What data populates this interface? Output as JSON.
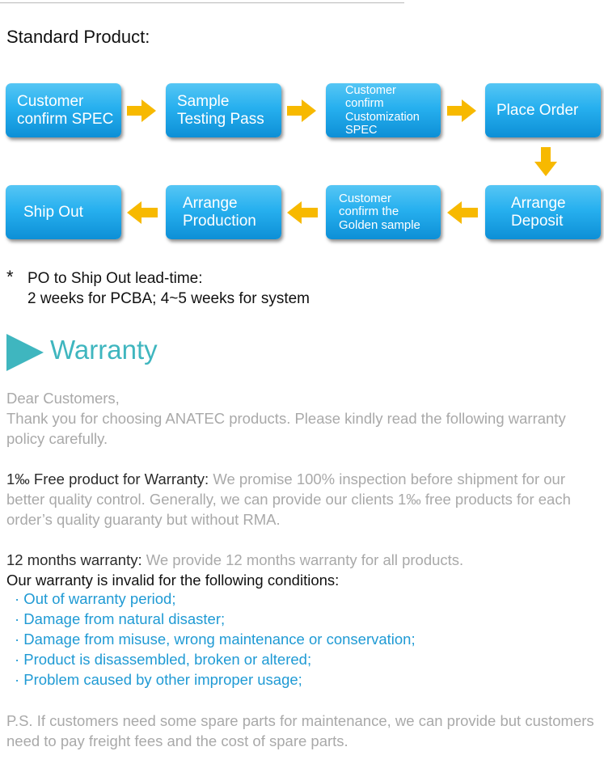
{
  "heading": "Standard Product:",
  "flow": [
    {
      "label": "Customer\nconfirm SPEC"
    },
    {
      "label": "Sample\nTesting Pass"
    },
    {
      "label": "Customer\nconfirm\nCustomization\nSPEC"
    },
    {
      "label": "Place Order"
    },
    {
      "label": "Arrange\nDeposit"
    },
    {
      "label": "Customer\nconfirm the\nGolden sample"
    },
    {
      "label": "Arrange\nProduction"
    },
    {
      "label": "Ship Out"
    }
  ],
  "colors": {
    "box": "#27b0ef",
    "arrow": "#f7b900",
    "accent": "#3fb6bf",
    "list": "#1f9ad4",
    "muted": "#a9a9a9"
  },
  "note": {
    "star": "*",
    "line1": "PO to Ship Out lead-time:",
    "line2": "2 weeks for PCBA; 4~5 weeks for system"
  },
  "warranty": {
    "title": "Warranty",
    "greeting": "Dear Customers,",
    "intro": "Thank you for choosing ANATEC products. Please kindly read the following warranty policy carefully.",
    "free_label": "1‰ Free product for Warranty:",
    "free_text": " We promise 100% inspection before shipment for our better quality control. Generally, we can provide our clients 1‰ free products for each order’s quality guaranty but without RMA.",
    "months_label": "12 months warranty:",
    "months_text": " We provide 12 months warranty for all products.",
    "invalid_heading": "Our warranty is invalid for the following conditions:",
    "conditions": [
      "· Out of warranty period;",
      "· Damage from natural disaster;",
      "· Damage from misuse, wrong maintenance or conservation;",
      "· Product is disassembled, broken or altered;",
      "· Problem caused by other improper usage;"
    ],
    "ps": "P.S. If customers need some spare parts for maintenance, we can provide but customers need to pay freight fees and the cost of spare parts."
  }
}
